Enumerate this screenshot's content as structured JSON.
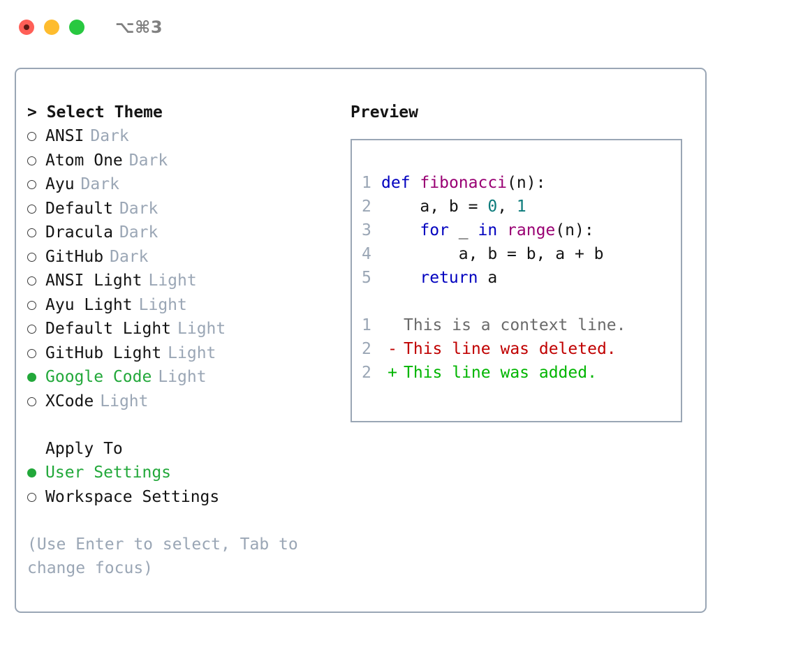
{
  "window": {
    "title": "⌥⌘3",
    "traffic_lights": [
      {
        "name": "close-button",
        "color": "#ff5f57"
      },
      {
        "name": "minimize-button",
        "color": "#febc2e"
      },
      {
        "name": "maximize-button",
        "color": "#28c840"
      }
    ]
  },
  "accent": {
    "selected_green": "#22a83a",
    "muted_gray": "#9aa6b5",
    "border": "#9aa6b5"
  },
  "theme_picker": {
    "header": "> Select Theme",
    "prompt": ">",
    "header_label": "Select Theme",
    "options": [
      {
        "label": "ANSI",
        "kind": "Dark",
        "selected": false
      },
      {
        "label": "Atom One",
        "kind": "Dark",
        "selected": false
      },
      {
        "label": "Ayu",
        "kind": "Dark",
        "selected": false
      },
      {
        "label": "Default",
        "kind": "Dark",
        "selected": false
      },
      {
        "label": "Dracula",
        "kind": "Dark",
        "selected": false
      },
      {
        "label": "GitHub",
        "kind": "Dark",
        "selected": false
      },
      {
        "label": "ANSI Light",
        "kind": "Light",
        "selected": false
      },
      {
        "label": "Ayu Light",
        "kind": "Light",
        "selected": false
      },
      {
        "label": "Default Light",
        "kind": "Light",
        "selected": false
      },
      {
        "label": "GitHub Light",
        "kind": "Light",
        "selected": false
      },
      {
        "label": "Google Code",
        "kind": "Light",
        "selected": true
      },
      {
        "label": "XCode",
        "kind": "Light",
        "selected": false
      }
    ]
  },
  "apply_to": {
    "header": "Apply To",
    "options": [
      {
        "label": "User Settings",
        "selected": true
      },
      {
        "label": "Workspace Settings",
        "selected": false
      }
    ]
  },
  "hint": "(Use Enter to select, Tab to change focus)",
  "preview": {
    "title": "Preview",
    "code_lines": [
      {
        "no": "1",
        "tokens": [
          {
            "t": "def",
            "c": "kw"
          },
          {
            "t": " ",
            "c": "txt"
          },
          {
            "t": "fibonacci",
            "c": "fn"
          },
          {
            "t": "(n):",
            "c": "punc"
          }
        ]
      },
      {
        "no": "2",
        "tokens": [
          {
            "t": "    a, b = ",
            "c": "txt"
          },
          {
            "t": "0",
            "c": "num"
          },
          {
            "t": ", ",
            "c": "txt"
          },
          {
            "t": "1",
            "c": "num"
          }
        ]
      },
      {
        "no": "3",
        "tokens": [
          {
            "t": "    ",
            "c": "txt"
          },
          {
            "t": "for",
            "c": "kw"
          },
          {
            "t": " _ ",
            "c": "txt"
          },
          {
            "t": "in",
            "c": "kw"
          },
          {
            "t": " ",
            "c": "txt"
          },
          {
            "t": "range",
            "c": "fn"
          },
          {
            "t": "(n):",
            "c": "punc"
          }
        ]
      },
      {
        "no": "4",
        "tokens": [
          {
            "t": "        a, b = b, a + b",
            "c": "txt"
          }
        ]
      },
      {
        "no": "5",
        "tokens": [
          {
            "t": "    ",
            "c": "txt"
          },
          {
            "t": "return",
            "c": "kw"
          },
          {
            "t": " a",
            "c": "txt"
          }
        ]
      }
    ],
    "diff_lines": [
      {
        "no": "1",
        "mark": " ",
        "text": "This is a context line.",
        "kind": "ctx"
      },
      {
        "no": "2",
        "mark": "-",
        "text": "This line was deleted.",
        "kind": "del"
      },
      {
        "no": "2",
        "mark": "+",
        "text": "This line was added.",
        "kind": "add"
      }
    ]
  }
}
